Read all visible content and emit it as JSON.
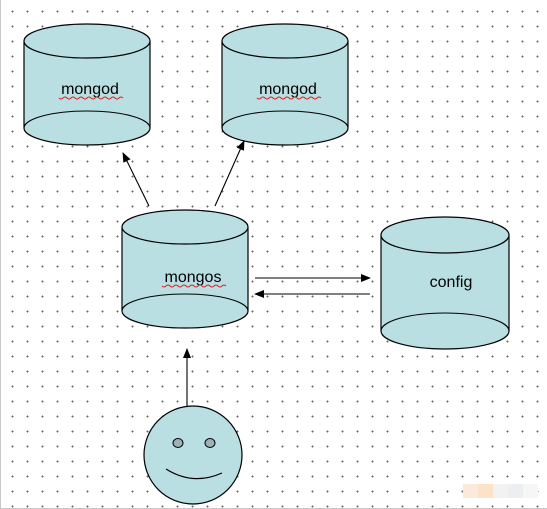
{
  "nodes": {
    "mongod_left": {
      "label": "mongod"
    },
    "mongod_right": {
      "label": "mongod"
    },
    "mongos": {
      "label": "mongos"
    },
    "config": {
      "label": "config"
    }
  },
  "colors": {
    "cylinder_fill": "#b9dfe3",
    "face_fill": "#b9dfe3",
    "stroke": "#000000",
    "spellcheck_underline": "#e02020"
  },
  "icons": [
    "smiley-face-icon"
  ]
}
